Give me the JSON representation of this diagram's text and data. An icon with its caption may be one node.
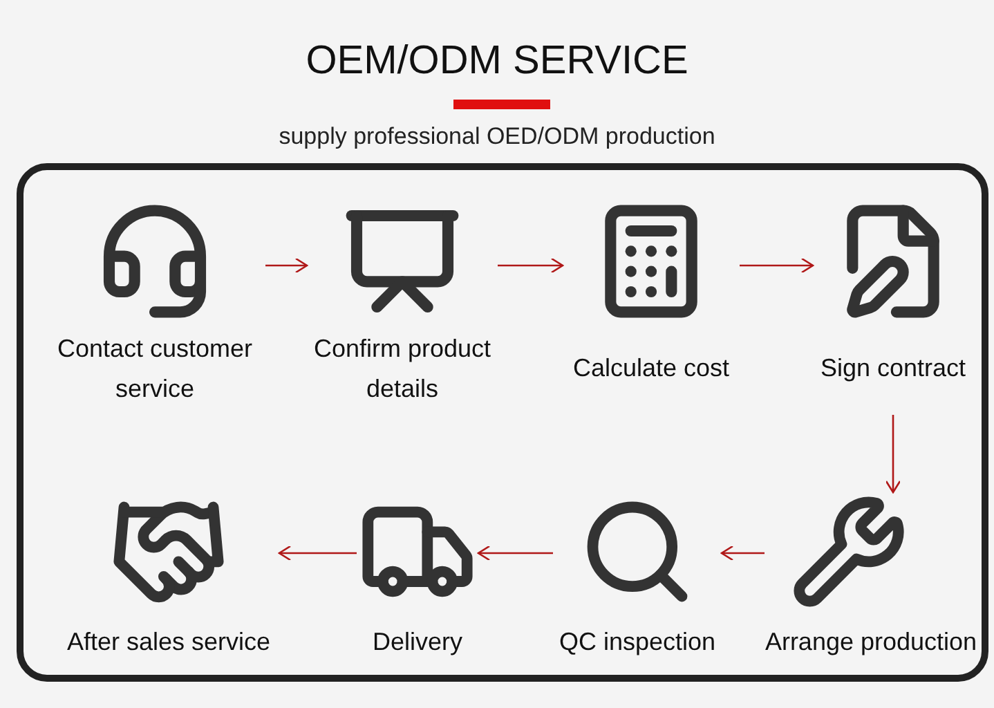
{
  "diagram": {
    "title": "OEM/ODM SERVICE",
    "nodes": [
      {
        "text": [
          "Contact customer service"
        ]
      },
      {
        "text": [
          "Confirm product details"
        ]
      },
      {
        "text": [
          "Calculate cost"
        ]
      },
      {
        "text": [
          "Sign contract"
        ]
      },
      {
        "text": [
          "Arrange production"
        ]
      },
      {
        "text": [
          "QC inspection"
        ]
      },
      {
        "text": [
          "Delivery"
        ]
      },
      {
        "text": [
          "After sales service"
        ]
      }
    ],
    "edges": [
      {
        "from": 0,
        "to": 1,
        "arrow": "to"
      },
      {
        "from": 1,
        "to": 2,
        "arrow": "to"
      },
      {
        "from": 2,
        "to": 3,
        "arrow": "to"
      },
      {
        "from": 3,
        "to": 4,
        "arrow": "to"
      },
      {
        "from": 4,
        "to": 5,
        "arrow": "to"
      },
      {
        "from": 5,
        "to": 6,
        "arrow": "to"
      },
      {
        "from": 6,
        "to": 7,
        "arrow": "to"
      }
    ],
    "labels": [
      "supply professional OED/ODM production"
    ]
  }
}
